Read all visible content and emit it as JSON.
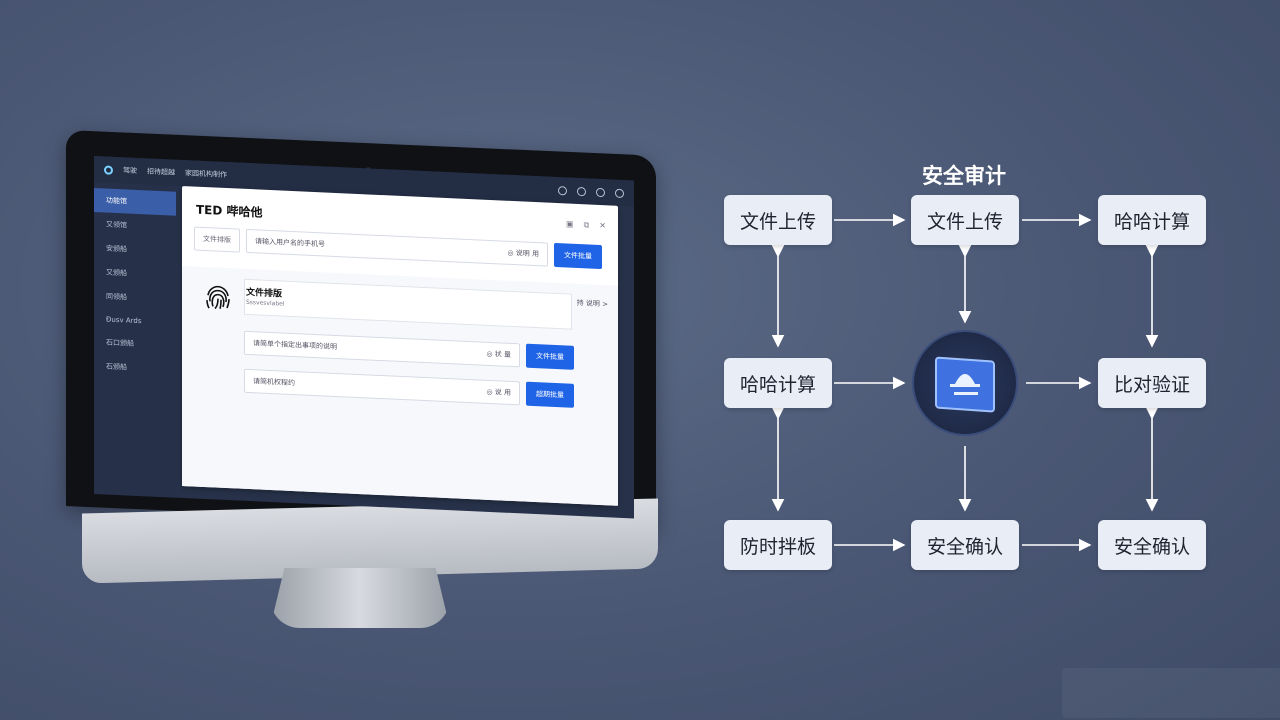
{
  "screen": {
    "app_name": "驾驶",
    "top_tab": "招待超越",
    "top_menu": "家园机构制作",
    "sidebar": {
      "items": [
        {
          "label": "功能馆",
          "active": true
        },
        {
          "label": "又领馆"
        },
        {
          "label": "安颁船"
        },
        {
          "label": "又颁船"
        },
        {
          "label": "同领船"
        },
        {
          "label": "Ðusv Ards"
        },
        {
          "label": "石口颁船"
        },
        {
          "label": "石颁船"
        }
      ]
    },
    "panel": {
      "title": "TED 哔哈他",
      "filter_chip": "文件排版",
      "search_value": "请输入用户名的手机号",
      "search_hint": "◎ 说明 用",
      "search_button": "文件批量",
      "section": {
        "title": "文件排版",
        "subtitle": "Sssvesvlabel",
        "link": "持 说明 >"
      },
      "rows": [
        {
          "value": "请简单个指定出事项的说明",
          "hint": "◎ 状 量",
          "button": "文件批量"
        },
        {
          "value": "请简机权程约",
          "hint": "◎ 说 用",
          "button": "超期批量"
        }
      ]
    }
  },
  "diagram": {
    "title": "安全审计",
    "nodes": {
      "top_left": "文件上传",
      "top_mid": "文件上传",
      "top_right": "哈哈计算",
      "mid_left": "哈哈计算",
      "mid_right": "比对验证",
      "bot_left": "防时拌板",
      "bot_mid": "安全确认",
      "bot_right": "安全确认"
    },
    "hub_icon": "shield-screen-icon"
  },
  "colors": {
    "background": "#4a5774",
    "node": "#e9eef6",
    "accent": "#1f63e6",
    "arrow": "#ffffff"
  }
}
